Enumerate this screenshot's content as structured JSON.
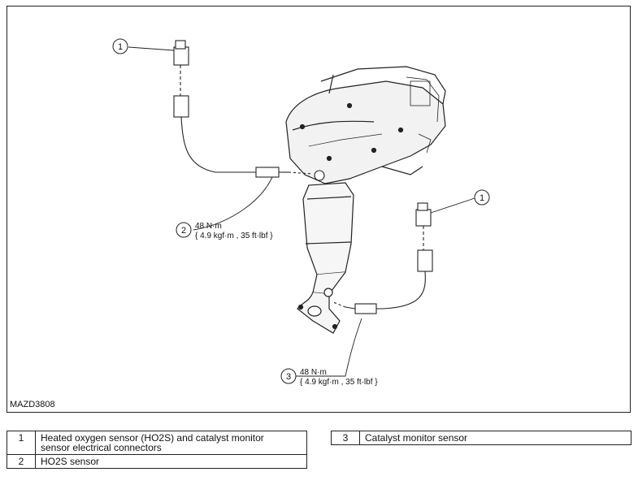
{
  "figure": {
    "id": "MAZD3808",
    "callouts": [
      {
        "num": "1"
      },
      {
        "num": "1"
      },
      {
        "num": "2",
        "torque_line1": "48 N·m",
        "torque_line2": "{ 4.9 kgf·m , 35 ft·lbf }"
      },
      {
        "num": "3",
        "torque_line1": "48 N·m",
        "torque_line2": "{ 4.9 kgf·m , 35 ft·lbf }"
      }
    ]
  },
  "legend": {
    "left": [
      {
        "num": "1",
        "desc": "Heated oxygen sensor (HO2S) and catalyst monitor sensor electrical connectors"
      },
      {
        "num": "2",
        "desc": "HO2S sensor"
      }
    ],
    "right": [
      {
        "num": "3",
        "desc": "Catalyst monitor sensor"
      }
    ]
  }
}
